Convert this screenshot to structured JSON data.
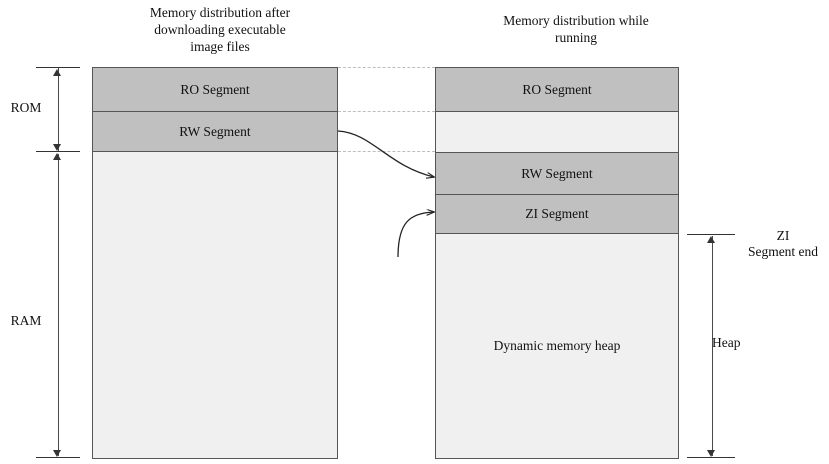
{
  "diagram": {
    "panels": {
      "left": {
        "title": "Memory distribution after\ndownloading executable\nimage files",
        "segments": [
          {
            "label": "RO Segment",
            "filled": true
          },
          {
            "label": "RW Segment",
            "filled": true
          },
          {
            "label": "",
            "filled": false
          }
        ]
      },
      "right": {
        "title": "Memory distribution while\nrunning",
        "segments": [
          {
            "label": "RO Segment",
            "filled": true
          },
          {
            "label": "",
            "filled": false
          },
          {
            "label": "RW Segment",
            "filled": true
          },
          {
            "label": "ZI Segment",
            "filled": true
          },
          {
            "label": "Dynamic memory heap",
            "filled": false
          }
        ]
      }
    },
    "brackets": {
      "rom": {
        "label": "ROM"
      },
      "ram": {
        "label": "RAM"
      },
      "zi_end": {
        "label": "ZI\nSegment end"
      },
      "heap": {
        "label": "Heap"
      }
    },
    "colors": {
      "segment_fill": "#c0c0c0",
      "empty_fill": "#f0f0f0",
      "box_border": "#555555",
      "align_line": "#bdbdbd",
      "arrow": "#333333"
    }
  }
}
